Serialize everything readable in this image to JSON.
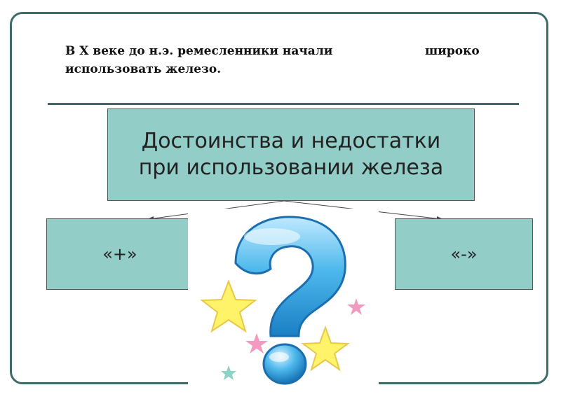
{
  "intro": {
    "line1_left": "В Ⅹ веке до н.э. ремесленники начали",
    "line1_right": "широко",
    "line2": "использовать железо."
  },
  "title": {
    "line1": "Достоинства и недостатки",
    "line2": "при использовании железа"
  },
  "boxes": {
    "plus": "«+»",
    "minus": "«-»"
  },
  "icons": {
    "question": "question-mark-icon",
    "stars": "star-icon"
  },
  "colors": {
    "box_fill": "#93cdc7",
    "frame": "#3e6b6a",
    "question_blue": "#2aa3de",
    "star_yellow": "#fff36a",
    "star_pink": "#f29ac0",
    "star_teal": "#8fd3c4"
  }
}
